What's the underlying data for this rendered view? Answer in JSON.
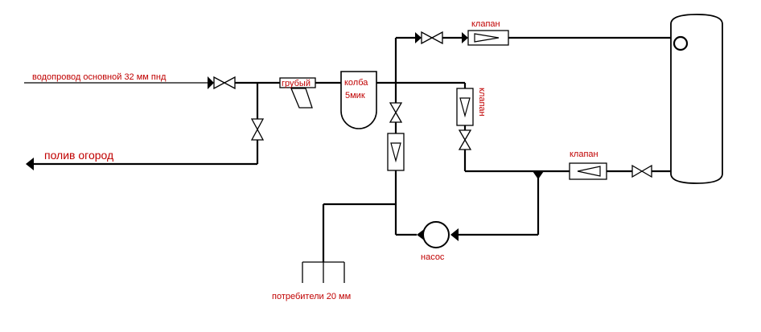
{
  "labels": {
    "main_supply": "водопровод основной 32 мм пнд",
    "garden": "полив огород",
    "coarse_filter": "грубый",
    "flask_line1": "колба",
    "flask_line2": "5мик",
    "valve_top": "клапан",
    "valve_side": "клапан",
    "valve_bottom": "клапан",
    "pump": "насос",
    "consumers": "потребители 20 мм"
  },
  "colors": {
    "label": "#c00000",
    "line": "#000000",
    "background": "#ffffff"
  }
}
